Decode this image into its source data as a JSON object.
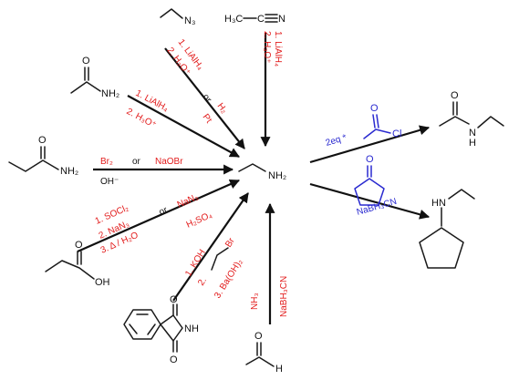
{
  "colors": {
    "reagent_red": "#e21b1b",
    "reagent_blue": "#2a2ad0",
    "structure": "#111111",
    "background": "#ffffff"
  },
  "atoms": {
    "nh2": "NH₂",
    "n3": "N₃",
    "h3c": "H₃C",
    "n": "N",
    "o": "O",
    "oh": "OH",
    "h": "H",
    "nh": "NH",
    "hn": "HN",
    "cl": "Cl",
    "br": "Br"
  },
  "reagents": {
    "azide": {
      "step1": "1. LiAlH₄",
      "step2": "2. H₃O⁺",
      "or": "or",
      "alt": "H₂",
      "alt2": "Pt"
    },
    "nitrile": {
      "step1": "1. LiAlH₄",
      "step2": "2. H₃O⁺"
    },
    "acetamide": {
      "step1": "1. LiAlH₄",
      "step2": "2. H₃O⁺"
    },
    "hofmann": {
      "a": "Br₂",
      "or": "or",
      "b": "NaOBr",
      "c": "OH⁻"
    },
    "curtius": {
      "step1": "1. SOCl₂",
      "step2": "2. NaN₃",
      "step3": "3. Δ / H₂O",
      "or": "or",
      "alt": "NaN₃",
      "alt2": "H₂SO₄"
    },
    "gabriel": {
      "step1": "1. KOH",
      "step2": "2.",
      "step3": "3. Ba(OH)₂"
    },
    "reductive": {
      "a": "NH₃",
      "b": "NaBH₃CN"
    },
    "acylation": {
      "label": "2eq *"
    },
    "alkylation": {
      "label": "NaBH₃CN"
    }
  }
}
